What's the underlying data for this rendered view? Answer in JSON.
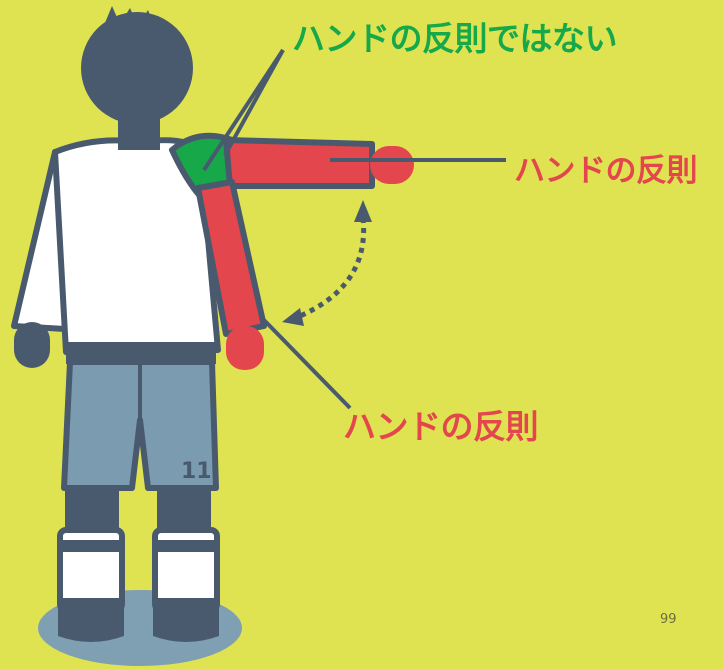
{
  "labels": {
    "not_handball": "ハンドの反則ではない",
    "handball_arm": "ハンドの反則",
    "handball_hand": "ハンドの反則"
  },
  "jersey_number": "11",
  "page_number": "99",
  "colors": {
    "background": "#dfe352",
    "red": "#e4464d",
    "green": "#17a84a",
    "dark": "#4a5a6e",
    "shorts": "#7a9bb0",
    "shadow": "#7fa0b3",
    "white": "#ffffff"
  },
  "icons": {
    "arrow": "double-headed-dotted-arrow"
  }
}
